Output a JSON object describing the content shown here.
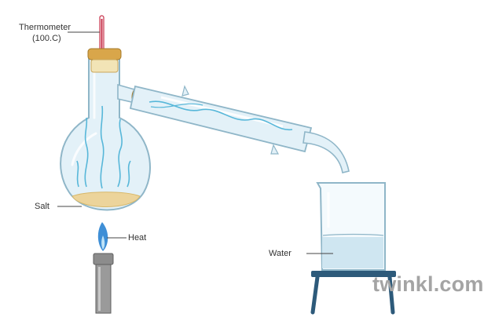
{
  "labels": {
    "thermometer": "Thermometer",
    "thermometer_reading": "(100.C)",
    "salt": "Salt",
    "heat": "Heat",
    "water": "Water"
  },
  "watermark": "twinkl.com",
  "colors": {
    "glass_fill": "#e3f1f8",
    "glass_stroke": "#8fb6c8",
    "stopper": "#d9a64a",
    "stopper_band": "#f2e4b6",
    "thermometer_red": "#c7324b",
    "flame_blue": "#3f8fd6",
    "flame_light": "#bfe3f7",
    "burner_grey": "#8c8c8c",
    "stand_blue": "#2d5a7a",
    "water_fill": "#cfe6f1",
    "salt": "#ecd49b",
    "vapour": "#57b7d9"
  }
}
